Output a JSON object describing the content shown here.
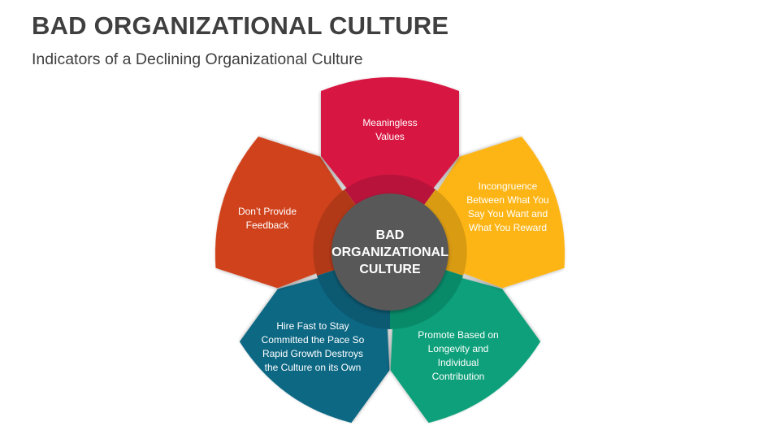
{
  "header": {
    "title": "BAD ORGANIZATIONAL CULTURE",
    "subtitle": "Indicators of a Declining Organizational Culture"
  },
  "diagram": {
    "center": {
      "line1": "BAD",
      "line2": "ORGANIZATIONAL",
      "line3": "CULTURE",
      "color": "#595959"
    },
    "petals": [
      {
        "label": "Meaningless Values",
        "color": "#d81543",
        "ring": "#b8133b"
      },
      {
        "label": "Incongruence Between What You Say You Want and What You Reward",
        "color": "#fdb515",
        "ring": "#d99b12"
      },
      {
        "label": "Promote Based on Longevity and Individual Contribution",
        "color": "#0aa07a",
        "ring": "#088a69"
      },
      {
        "label": "Hire Fast to Stay Committed the Pace So Rapid Growth Destroys the Culture on its Own",
        "color": "#0f6884",
        "ring": "#0c5a72"
      },
      {
        "label": "Don’t Provide Feedback",
        "color": "#d0431c",
        "ring": "#b23918"
      }
    ]
  }
}
